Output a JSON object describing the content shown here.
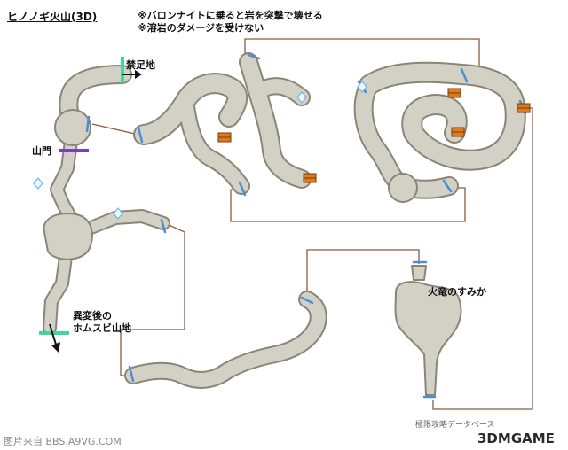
{
  "title": "ヒノノギ火山(3D)",
  "notes": [
    "※バロンナイトに乗ると岩を突撃で壊せる",
    "※溶岩のダメージを受けない"
  ],
  "labels": {
    "forbidden_area": "禁足地",
    "mountain_gate": "山門",
    "homusubi_line1": "異変後の",
    "homusubi_line2": "ホムスビ山地",
    "dragon_lair": "火竜のすみか"
  },
  "source_db": "極限攻略データベース",
  "footer_source": "图片来自 BBS.A9VG.COM",
  "watermark": "3DMGAME",
  "colors": {
    "cave_fill": "#d3d0c6",
    "cave_edge": "#8a8676",
    "connector": "#8b5a3c",
    "door": "#4a8fd4",
    "exit_marker": "#3fd6a0",
    "gate_marker": "#7a3fc0",
    "chest": "#e07a1f"
  },
  "icons": [
    "treasure-chest-icon",
    "save-crystal-icon",
    "exit-arrow-icon"
  ]
}
